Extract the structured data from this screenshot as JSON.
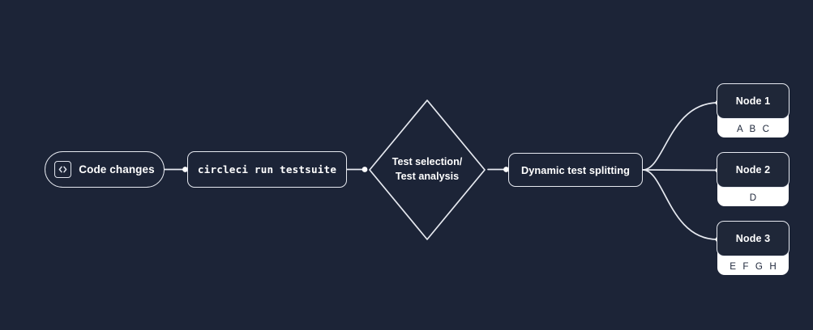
{
  "diagram": {
    "background_color": "#1c2437",
    "stroke_color": "#e6e9f0",
    "node_body_text_color": "#20293c",
    "title": "CircleCI test splitting pipeline flow"
  },
  "flow": {
    "code_changes": {
      "label": "Code changes",
      "icon": "code-brackets-icon"
    },
    "command": {
      "label": "circleci run testsuite"
    },
    "decision": {
      "line1": "Test selection/",
      "line2": "Test analysis"
    },
    "splitting": {
      "label": "Dynamic test splitting"
    },
    "nodes": [
      {
        "title": "Node 1",
        "tests": "A B C"
      },
      {
        "title": "Node 2",
        "tests": "D"
      },
      {
        "title": "Node 3",
        "tests": "E F G H"
      }
    ]
  }
}
